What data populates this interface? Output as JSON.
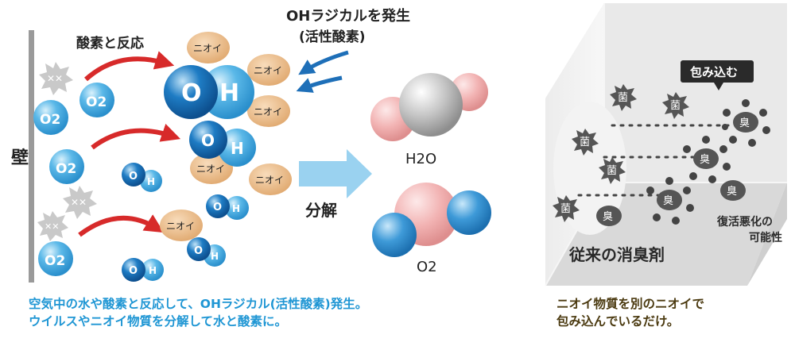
{
  "labels": {
    "wall": "壁",
    "react": "酸素と反応",
    "generate_line1": "OHラジカルを発生",
    "generate_line2": "(活性酸素)",
    "odor": "ニオイ",
    "decompose": "分解",
    "h2o": "H2O",
    "o2_product": "O2",
    "o2_molecule": "O2",
    "o_letter": "O",
    "h_letter": "H",
    "wrap": "包み込む",
    "bacteria": "菌",
    "smell": "臭",
    "conventional": "従来の消臭剤",
    "revert_line1": "復活悪化の",
    "revert_line2": "可能性"
  },
  "captions": {
    "left_line1": "空気中の水や酸素と反応して、OHラジカル(活性酸素)発生。",
    "left_line2": "ウイルスやニオイ物質を分解して水と酸素に。",
    "right_line1": "ニオイ物質を別のニオイで",
    "right_line2": "包み込んでいるだけ。"
  },
  "colors": {
    "o2_blue": "#5ab8e8",
    "oh_blue": "#1e7cc4",
    "odor_tan": "#e7b783",
    "red_arrow": "#d72a2a",
    "light_arrow": "#9ad2f0",
    "hydrogen_pink": "#f2b3b3",
    "oxygen_gray": "#b5b5b5",
    "product_blue": "#3e9ad8",
    "wall_gray": "#9a9a9a",
    "smell_dark": "#555555",
    "caption_blue": "#1f96d4",
    "caption_brown": "#4b3a10"
  },
  "icons": [
    "virus-icon",
    "bacteria-icon",
    "smell-icon"
  ]
}
